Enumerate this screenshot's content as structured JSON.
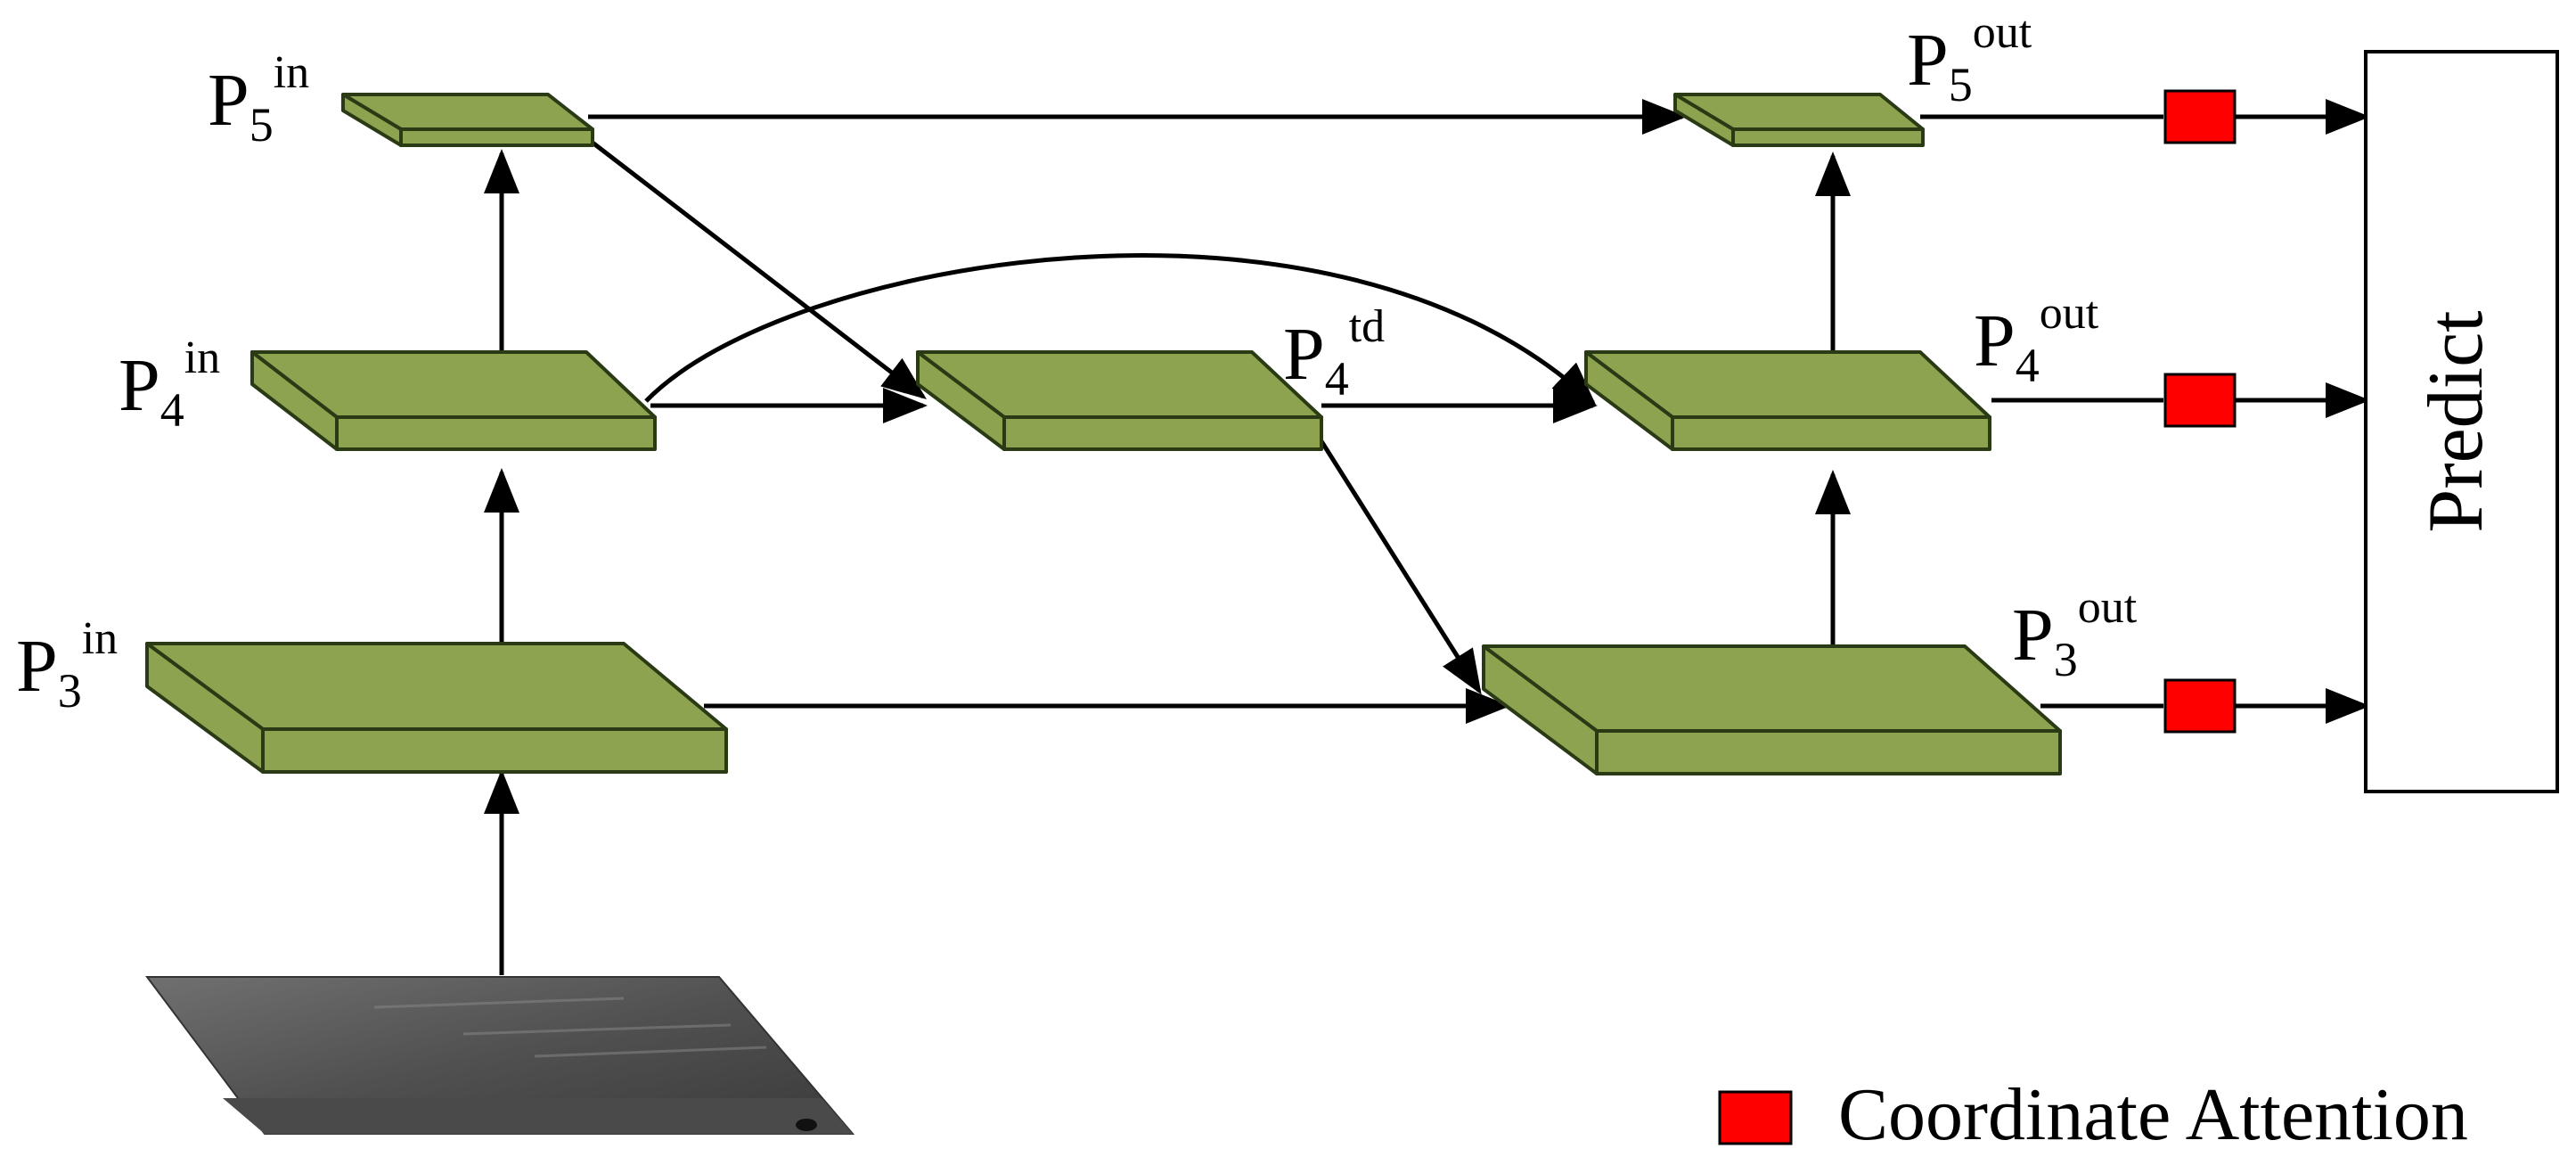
{
  "colors": {
    "feature_top": "#8da350",
    "feature_edge": "#2a3a15",
    "attention": "#ff0000",
    "arrow": "#000000"
  },
  "nodes": {
    "p5_in": {
      "base": "P",
      "sub": "5",
      "sup": "in"
    },
    "p4_in": {
      "base": "P",
      "sub": "4",
      "sup": "in"
    },
    "p3_in": {
      "base": "P",
      "sub": "3",
      "sup": "in"
    },
    "p4_td": {
      "base": "P",
      "sub": "4",
      "sup": "td"
    },
    "p5_out": {
      "base": "P",
      "sub": "5",
      "sup": "out"
    },
    "p4_out": {
      "base": "P",
      "sub": "4",
      "sup": "out"
    },
    "p3_out": {
      "base": "P",
      "sub": "3",
      "sup": "out"
    }
  },
  "predict_label": "Predict",
  "legend": {
    "label": "Coordinate Attention",
    "icon": "red-square-icon"
  },
  "input_image": {
    "icon": "input-steel-image"
  }
}
